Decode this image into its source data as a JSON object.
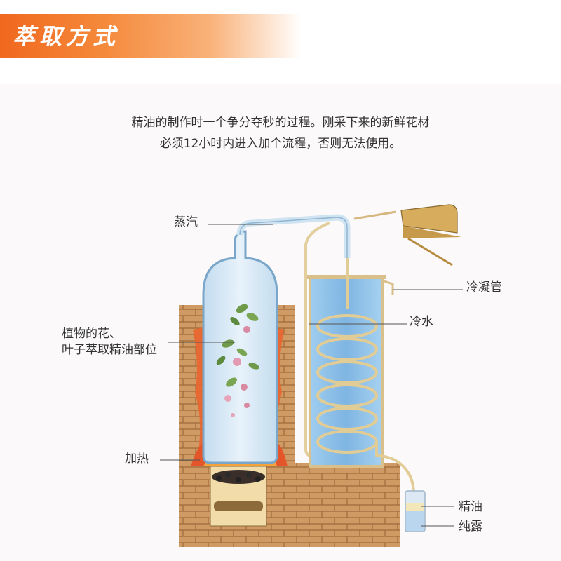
{
  "title": "萃取方式",
  "intro": {
    "line1": "精油的制作时一个争分夺秒的过程。刚采下来的新鲜花材",
    "line2": "必须12小时内进入加个流程，否则无法使用。"
  },
  "labels": {
    "steam": "蒸汽",
    "condenser": "冷凝管",
    "cold_water": "冷水",
    "plant_line1": "植物的花、",
    "plant_line2": "叶子萃取精油部位",
    "heating": "加热",
    "essential_oil": "精油",
    "hydrosol": "纯露"
  },
  "colors": {
    "banner_orange": "#f0681e",
    "brick": "#c9925a",
    "water": "#8ec3ea",
    "glass": "#cfe4f3",
    "pipe": "#e0c48a",
    "flame": "#e4552a"
  }
}
